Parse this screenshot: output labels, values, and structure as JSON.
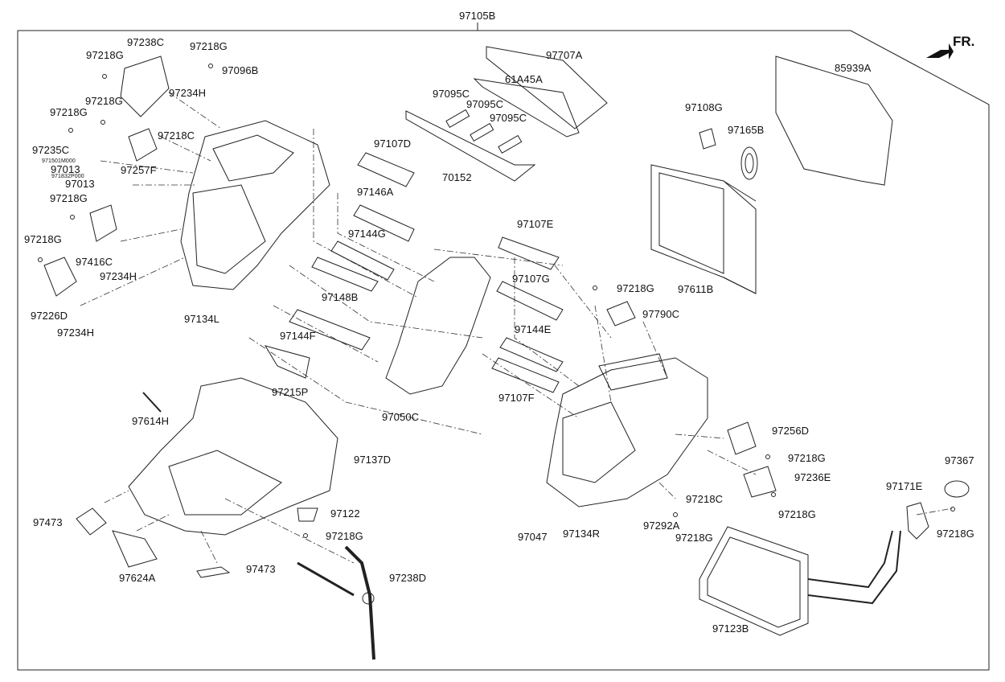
{
  "diagram": {
    "assembly_label": "97105B",
    "direction_label": "FR.",
    "part_labels": [
      {
        "id": "97238C",
        "text": "97238C"
      },
      {
        "id": "97218G-a",
        "text": "97218G"
      },
      {
        "id": "97218G-b",
        "text": "97218G"
      },
      {
        "id": "97096B",
        "text": "97096B"
      },
      {
        "id": "97218G-c",
        "text": "97218G"
      },
      {
        "id": "97234H-a",
        "text": "97234H"
      },
      {
        "id": "97218G-d",
        "text": "97218G"
      },
      {
        "id": "97218C-a",
        "text": "97218C"
      },
      {
        "id": "97235C",
        "text": "97235C"
      },
      {
        "id": "971501M000",
        "text": "971501M000"
      },
      {
        "id": "97013-a",
        "text": "97013"
      },
      {
        "id": "971832P000",
        "text": "971832P000"
      },
      {
        "id": "97013-b",
        "text": "97013"
      },
      {
        "id": "97257F",
        "text": "97257F"
      },
      {
        "id": "97218G-e",
        "text": "97218G"
      },
      {
        "id": "97218G-f",
        "text": "97218G"
      },
      {
        "id": "97416C",
        "text": "97416C"
      },
      {
        "id": "97234H-b",
        "text": "97234H"
      },
      {
        "id": "97226D",
        "text": "97226D"
      },
      {
        "id": "97234H-c",
        "text": "97234H"
      },
      {
        "id": "97134L",
        "text": "97134L"
      },
      {
        "id": "97707A",
        "text": "97707A"
      },
      {
        "id": "61A45A",
        "text": "61A45A"
      },
      {
        "id": "97095C-a",
        "text": "97095C"
      },
      {
        "id": "97095C-b",
        "text": "97095C"
      },
      {
        "id": "97095C-c",
        "text": "97095C"
      },
      {
        "id": "70152",
        "text": "70152"
      },
      {
        "id": "97107D",
        "text": "97107D"
      },
      {
        "id": "97146A",
        "text": "97146A"
      },
      {
        "id": "97144G",
        "text": "97144G"
      },
      {
        "id": "97148B",
        "text": "97148B"
      },
      {
        "id": "97144F",
        "text": "97144F"
      },
      {
        "id": "97215P",
        "text": "97215P"
      },
      {
        "id": "97050C",
        "text": "97050C"
      },
      {
        "id": "97107E",
        "text": "97107E"
      },
      {
        "id": "97107G",
        "text": "97107G"
      },
      {
        "id": "97144E",
        "text": "97144E"
      },
      {
        "id": "97107F",
        "text": "97107F"
      },
      {
        "id": "97218G-g",
        "text": "97218G"
      },
      {
        "id": "97790C",
        "text": "97790C"
      },
      {
        "id": "85939A",
        "text": "85939A"
      },
      {
        "id": "97108G",
        "text": "97108G"
      },
      {
        "id": "97165B",
        "text": "97165B"
      },
      {
        "id": "97611B",
        "text": "97611B"
      },
      {
        "id": "97614H",
        "text": "97614H"
      },
      {
        "id": "97137D",
        "text": "97137D"
      },
      {
        "id": "97122",
        "text": "97122"
      },
      {
        "id": "97218G-h",
        "text": "97218G"
      },
      {
        "id": "97473-a",
        "text": "97473"
      },
      {
        "id": "97624A",
        "text": "97624A"
      },
      {
        "id": "97473-b",
        "text": "97473"
      },
      {
        "id": "97238D",
        "text": "97238D"
      },
      {
        "id": "97256D",
        "text": "97256D"
      },
      {
        "id": "97218G-i",
        "text": "97218G"
      },
      {
        "id": "97236E",
        "text": "97236E"
      },
      {
        "id": "97218C-b",
        "text": "97218C"
      },
      {
        "id": "97218G-j",
        "text": "97218G"
      },
      {
        "id": "97047",
        "text": "97047"
      },
      {
        "id": "97134R",
        "text": "97134R"
      },
      {
        "id": "97292A",
        "text": "97292A"
      },
      {
        "id": "97218G-k",
        "text": "97218G"
      },
      {
        "id": "97367",
        "text": "97367"
      },
      {
        "id": "97171E",
        "text": "97171E"
      },
      {
        "id": "97218G-l",
        "text": "97218G"
      },
      {
        "id": "97123B",
        "text": "97123B"
      }
    ]
  }
}
